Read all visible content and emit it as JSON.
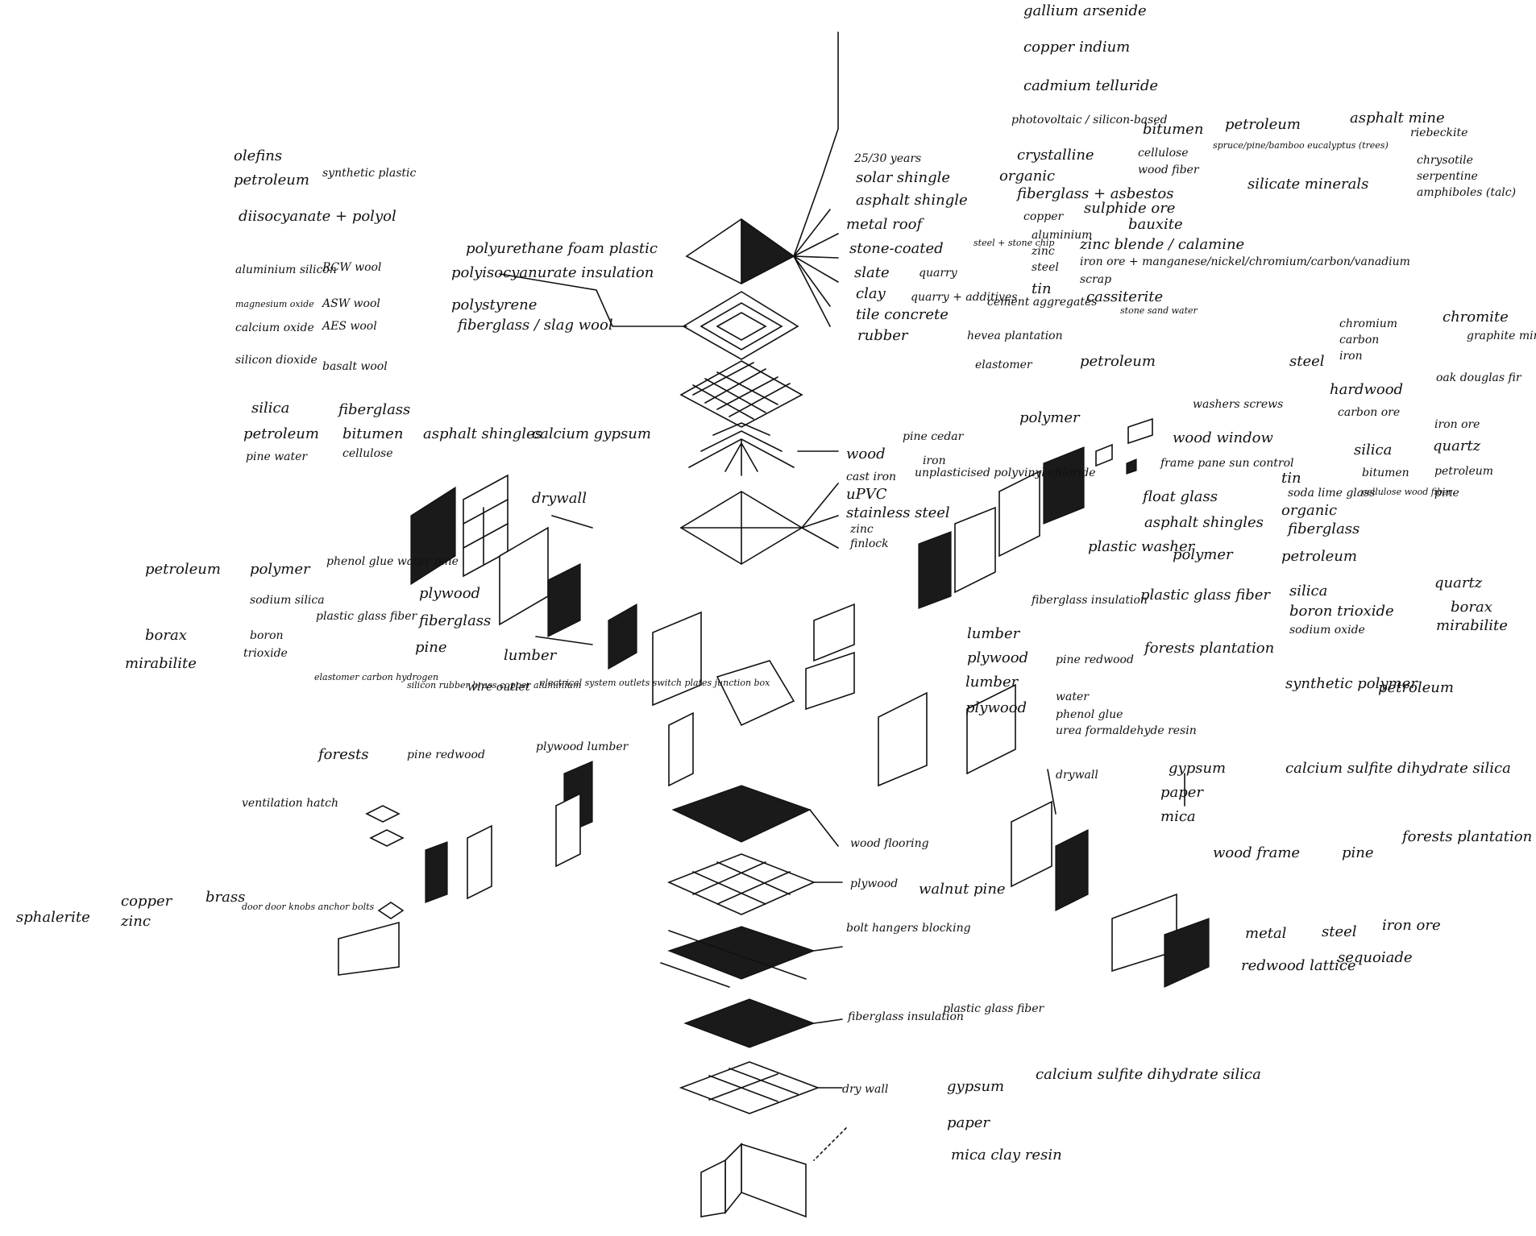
{
  "labels": {
    "L1": "olefins",
    "L2": "petroleum",
    "L3": "synthetic plastic",
    "L4": "diisocyanate + polyol",
    "L5": "aluminium silicon",
    "L6": "magnesium oxide",
    "L7": "calcium oxide",
    "L8": "silicon dioxide",
    "L9": "RCW wool",
    "L10": "ASW wool",
    "L11": "AES wool",
    "L12": "basalt wool",
    "L13": "polyurethane foam plastic",
    "L14": "polyisocyanurate insulation",
    "L15": "polystyrene",
    "L16": "fiberglass / slag wool",
    "R1": "gallium arsenide",
    "R2": "copper indium",
    "R3": "cadmium telluride",
    "R4": "photovoltaic / silicon-based",
    "R5": "crystalline",
    "R6": "25/30 years",
    "R7": "solar shingle",
    "R8": "asphalt shingle",
    "R9": "organic",
    "R10": "bitumen",
    "R11": "petroleum",
    "R12": "asphalt mine",
    "R13": "cellulose",
    "R14": "spruce/pine/bamboo eucalyptus (trees)",
    "R15": "wood fiber",
    "R16": "fiberglass + asbestos",
    "R17": "silicate minerals",
    "R18": "riebeckite",
    "R19": "chrysotile",
    "R20": "serpentine",
    "R21": "amphiboles (talc)",
    "R22": "metal roof",
    "R23": "copper",
    "R24": "sulphide ore",
    "R25": "aluminium",
    "R26": "bauxite",
    "R27": "stone-coated",
    "R28": "steel + stone chip",
    "R29": "zinc",
    "R30": "zinc blende / calamine",
    "R31": "slate",
    "R32": "quarry",
    "R33": "steel",
    "R34": "iron ore + manganese/nickel/chromium/carbon/vanadium",
    "R35": "scrap",
    "R36": "clay",
    "R37": "quarry + additives",
    "R38": "tin",
    "R39": "cassiterite",
    "R40": "tile concrete",
    "R41": "cement aggregates",
    "R42": "stone sand water",
    "R43": "rubber",
    "R44": "hevea plantation",
    "R45": "elastomer",
    "R46": "petroleum",
    "M1": "silica",
    "M2": "fiberglass",
    "M3": "petroleum",
    "M4": "bitumen",
    "M5": "pine water",
    "M6": "cellulose",
    "M7": "asphalt shingles",
    "M8": "calcium gypsum",
    "M9": "drywall",
    "M10": "petroleum",
    "M11": "polymer",
    "M12": "phenol glue water pine",
    "M13": "plywood",
    "M14": "sodium silica",
    "M15": "plastic glass fiber",
    "M16": "fiberglass",
    "M17": "borax",
    "M18": "boron",
    "M19": "trioxide",
    "M20": "mirabilite",
    "M21": "pine",
    "M22": "lumber",
    "M23": "elastomer carbon hydrogen",
    "M24": "silicon rubber brass copper aluminium",
    "M25": "wire outlet",
    "M26": "electrical system outlets switch plates junction box",
    "M27": "forests",
    "M28": "pine redwood",
    "M29": "plywood lumber",
    "M30": "ventilation hatch",
    "M31": "sphalerite",
    "M32": "copper",
    "M33": "zinc",
    "M34": "brass",
    "M35": "door door knobs anchor bolts",
    "C1": "wood",
    "C2": "pine cedar",
    "C3": "cast iron",
    "C4": "iron",
    "C5": "uPVC",
    "C6": "unplasticised polyvinyl chloride",
    "C7": "stainless steel",
    "C8": "zinc",
    "C9": "finlock",
    "C10": "polymer",
    "C11": "steel",
    "C12": "washers screws",
    "C13": "wood window",
    "C14": "frame pane sun control",
    "C15": "float glass",
    "C16": "asphalt shingles",
    "C17": "chromium",
    "C18": "chromite",
    "C19": "carbon",
    "C20": "iron",
    "C21": "graphite mine",
    "C22": "hardwood",
    "C23": "oak douglas fir",
    "C24": "carbon ore",
    "C25": "iron ore",
    "C26": "silica",
    "C27": "quartz",
    "C28": "tin",
    "C29": "soda lime glass",
    "C30": "bitumen",
    "C31": "petroleum",
    "C32": "organic",
    "C33": "cellulose wood fiber",
    "C34": "pine",
    "C35": "fiberglass",
    "C36": "plastic washer",
    "C37": "polymer",
    "C38": "petroleum",
    "C39": "fiberglass insulation",
    "C40": "plastic glass fiber",
    "C41": "silica",
    "C42": "quartz",
    "C43": "boron trioxide",
    "C44": "borax",
    "C45": "sodium oxide",
    "C46": "mirabilite",
    "C47": "lumber",
    "C48": "plywood",
    "C49": "pine redwood",
    "C50": "forests plantation",
    "C51": "water",
    "C52": "phenol glue",
    "C53": "urea formaldehyde resin",
    "C54": "synthetic polymer",
    "C55": "petroleum",
    "C56": "lumber",
    "C57": "plywood",
    "D1": "drywall",
    "D2": "gypsum",
    "D3": "paper",
    "D4": "mica",
    "D5": "calcium sulfite dihydrate silica",
    "D6": "wood frame",
    "D7": "pine",
    "D8": "forests plantation",
    "D9": "metal",
    "D10": "steel",
    "D11": "iron ore",
    "D12": "redwood lattice",
    "D13": "sequoiade",
    "F1": "wood flooring",
    "F2": "plywood",
    "F3": "walnut pine",
    "F4": "bolt hangers blocking",
    "F5": "fiberglass insulation",
    "F6": "plastic glass fiber",
    "F7": "dry wall",
    "F8": "gypsum",
    "F9": "calcium sulfite dihydrate silica",
    "F10": "paper",
    "F11": "mica clay resin"
  }
}
